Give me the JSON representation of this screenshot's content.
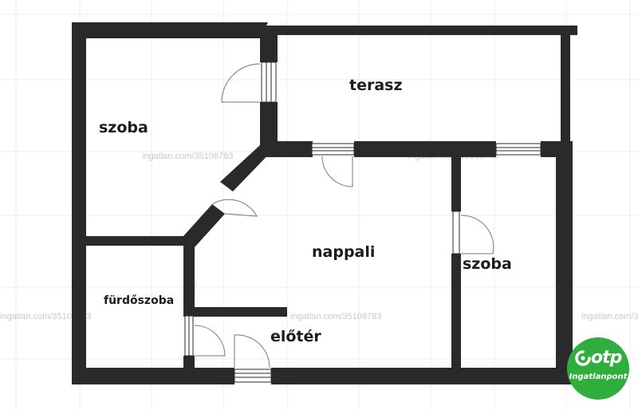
{
  "rooms": {
    "szoba_top_left": "szoba",
    "terasz": "terasz",
    "nappali": "nappali",
    "szoba_right": "szoba",
    "furdoszoba": "fürdőszoba",
    "eloter": "előtér"
  },
  "watermark": {
    "text": "ingatlan.com/35108783"
  },
  "badge": {
    "brand": "otp",
    "subtitle": "Ingatlanpont",
    "color": "#2fae3d"
  },
  "colors": {
    "wall": "#2a2a2a",
    "grid": "#ececec"
  }
}
